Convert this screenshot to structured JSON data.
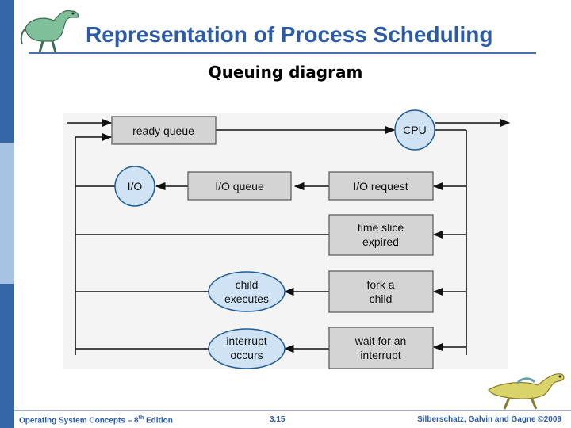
{
  "slide": {
    "title": "Representation of Process Scheduling",
    "subtitle": "Queuing diagram"
  },
  "diagram": {
    "ready_queue": "ready queue",
    "cpu": "CPU",
    "io_device": "I/O",
    "io_queue": "I/O queue",
    "io_request": "I/O request",
    "time_slice": [
      "time slice",
      "expired"
    ],
    "fork_child": [
      "fork a",
      "child"
    ],
    "child_executes": [
      "child",
      "executes"
    ],
    "wait_interrupt": [
      "wait for an",
      "interrupt"
    ],
    "interrupt_occurs": [
      "interrupt",
      "occurs"
    ]
  },
  "footer": {
    "left_text": "Operating System Concepts – 8",
    "left_sup": "th",
    "left_suffix": " Edition",
    "page": "3.15",
    "right": "Silberschatz, Galvin and Gagne ©2009"
  },
  "colors": {
    "title": "#2a5aa8",
    "sidebar": [
      "#3566a5",
      "#a7c3e4"
    ],
    "box_fill": "#d4d4d4",
    "circle_fill": "#cfe3f5"
  }
}
